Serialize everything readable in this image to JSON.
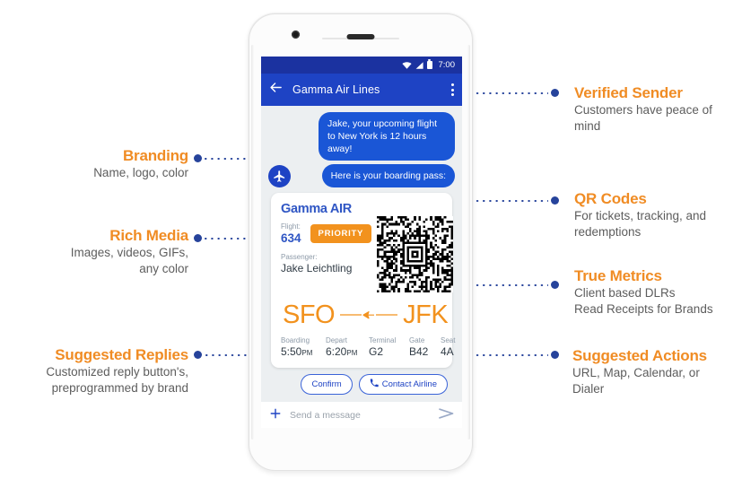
{
  "phone": {
    "status_bar": {
      "time": "7:00",
      "icons": [
        "wifi-icon",
        "signal-icon",
        "battery-icon"
      ]
    },
    "app_bar": {
      "back_icon": "back-arrow-icon",
      "title": "Gamma Air Lines",
      "overflow_icon": "kebab-menu-icon"
    },
    "conversation": {
      "messages": [
        {
          "text": "Jake, your upcoming flight to New York is 12 hours away!"
        },
        {
          "text": "Here is your boarding pass:"
        }
      ],
      "avatar_icon": "airplane-avatar-icon"
    },
    "boarding_pass": {
      "brand": "Gamma AIR",
      "flight_label": "Flight:",
      "flight_number": "634",
      "badge": "PRIORITY",
      "passenger_label": "Passenger:",
      "passenger_name": "Jake Leichtling",
      "origin": "SFO",
      "destination": "JFK",
      "route_icon": "airplane-route-icon",
      "qr_icon": "qr-code",
      "details": [
        {
          "label": "Boarding",
          "value": "5:50",
          "suffix": "PM"
        },
        {
          "label": "Depart",
          "value": "6:20",
          "suffix": "PM"
        },
        {
          "label": "Terminal",
          "value": "G2",
          "suffix": ""
        },
        {
          "label": "Gate",
          "value": "B42",
          "suffix": ""
        },
        {
          "label": "Seat",
          "value": "4A",
          "suffix": ""
        }
      ]
    },
    "suggested_replies": [
      {
        "label": "Confirm",
        "icon": ""
      },
      {
        "label": "Contact Airline",
        "icon": "phone-icon"
      }
    ],
    "composer": {
      "plus_icon": "plus-icon",
      "placeholder": "Send a message",
      "send_icon": "send-icon"
    },
    "nav_bar": {
      "back_icon": "nav-back-triangle-icon",
      "home_icon": "nav-home-circle-icon",
      "recents_icon": "nav-recents-square-icon"
    }
  },
  "annotations": {
    "left": [
      {
        "title": "Branding",
        "desc": "Name, logo, color"
      },
      {
        "title": "Rich Media",
        "desc": "Images, videos, GIFs,\nany color"
      },
      {
        "title": "Suggested Replies",
        "desc": "Customized reply button's,\npreprogrammed by brand"
      }
    ],
    "right": [
      {
        "title": "Verified Sender",
        "desc": "Customers have peace of\nmind"
      },
      {
        "title": "QR Codes",
        "desc": "For tickets, tracking, and\nredemptions"
      },
      {
        "title": "True Metrics",
        "desc": "Client based DLRs\nRead Receipts for Brands"
      },
      {
        "title": "Suggested Actions",
        "desc": "URL, Map, Calendar, or\nDialer"
      }
    ]
  },
  "colors": {
    "accent_orange": "#F08C24",
    "brand_blue": "#1E43C4",
    "dot_blue": "#26439B",
    "bubble_blue": "#1A56D6",
    "badge_orange": "#F2921E",
    "route_orange": "#F2921E",
    "desc_gray": "#5d5d5d"
  }
}
